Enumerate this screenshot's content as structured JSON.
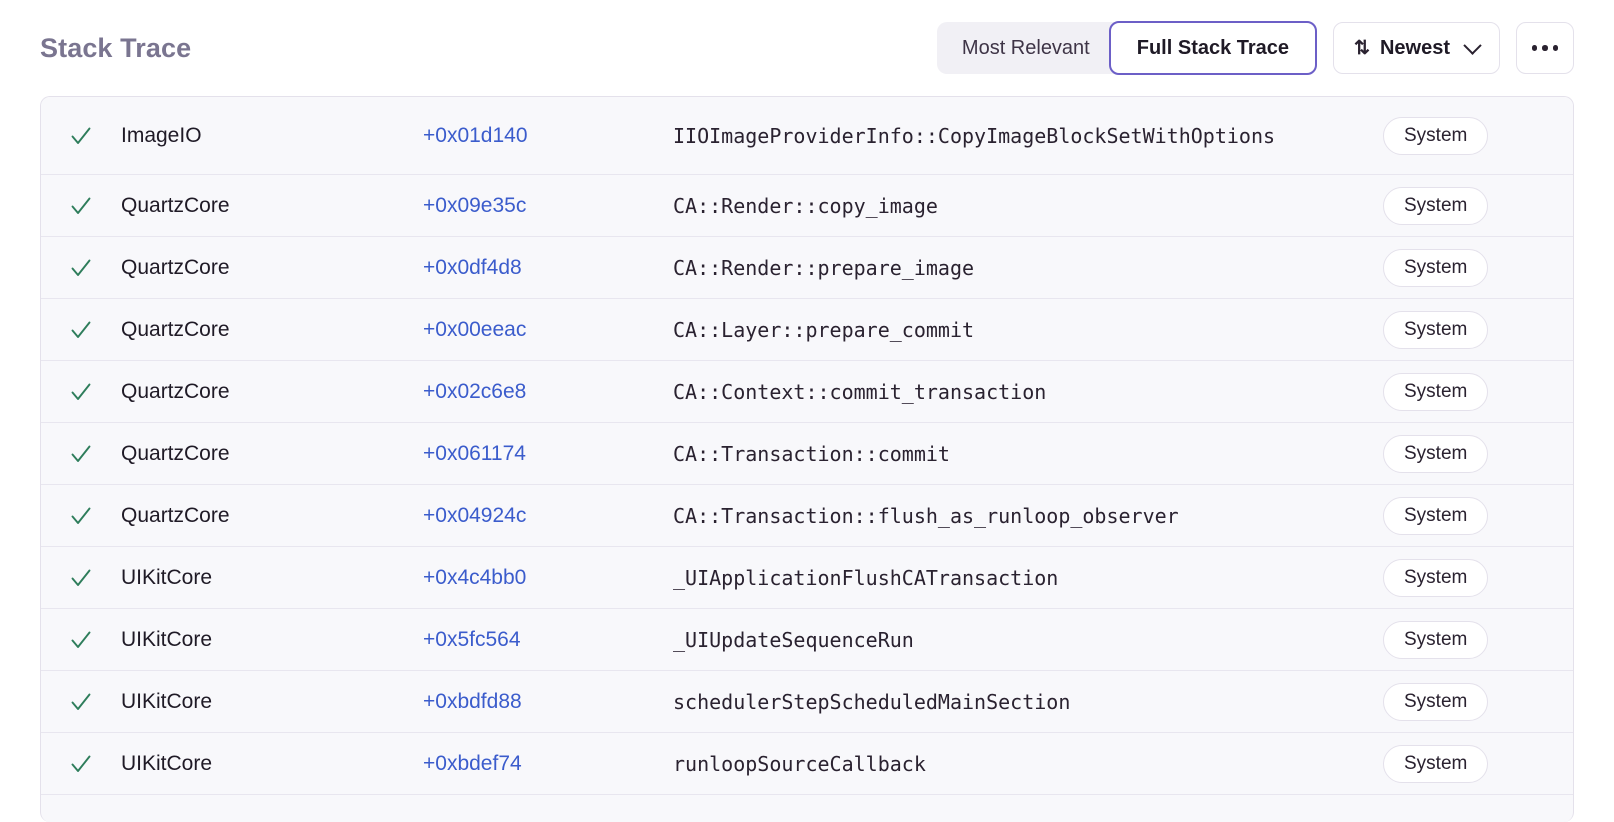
{
  "header": {
    "title": "Stack Trace",
    "segmented": {
      "options": [
        {
          "label": "Most Relevant",
          "selected": false
        },
        {
          "label": "Full Stack Trace",
          "selected": true
        }
      ]
    },
    "sort": {
      "icon": "sort-arrows-icon",
      "label": "Newest",
      "chevron": "chevron-down-icon"
    },
    "overflow": {
      "icon": "ellipsis-icon"
    }
  },
  "colors": {
    "accent_purple": "#6c5fc7",
    "title_purple": "#7a7590",
    "address_blue": "#3b5ccc",
    "check_green": "#2e7d5b",
    "row_background": "#f8f8fb",
    "border": "#e4e1eb"
  },
  "frames": [
    {
      "status": "check-icon",
      "package": "ImageIO",
      "address": "+0x01d140",
      "function": "IIOImageProviderInfo::CopyImageBlockSetWithOptions",
      "badge": "System",
      "tall": true
    },
    {
      "status": "check-icon",
      "package": "QuartzCore",
      "address": "+0x09e35c",
      "function": "CA::Render::copy_image",
      "badge": "System",
      "tall": false
    },
    {
      "status": "check-icon",
      "package": "QuartzCore",
      "address": "+0x0df4d8",
      "function": "CA::Render::prepare_image",
      "badge": "System",
      "tall": false
    },
    {
      "status": "check-icon",
      "package": "QuartzCore",
      "address": "+0x00eeac",
      "function": "CA::Layer::prepare_commit",
      "badge": "System",
      "tall": false
    },
    {
      "status": "check-icon",
      "package": "QuartzCore",
      "address": "+0x02c6e8",
      "function": "CA::Context::commit_transaction",
      "badge": "System",
      "tall": false
    },
    {
      "status": "check-icon",
      "package": "QuartzCore",
      "address": "+0x061174",
      "function": "CA::Transaction::commit",
      "badge": "System",
      "tall": false
    },
    {
      "status": "check-icon",
      "package": "QuartzCore",
      "address": "+0x04924c",
      "function": "CA::Transaction::flush_as_runloop_observer",
      "badge": "System",
      "tall": false
    },
    {
      "status": "check-icon",
      "package": "UIKitCore",
      "address": "+0x4c4bb0",
      "function": "_UIApplicationFlushCATransaction",
      "badge": "System",
      "tall": false
    },
    {
      "status": "check-icon",
      "package": "UIKitCore",
      "address": "+0x5fc564",
      "function": "_UIUpdateSequenceRun",
      "badge": "System",
      "tall": false
    },
    {
      "status": "check-icon",
      "package": "UIKitCore",
      "address": "+0xbdfd88",
      "function": "schedulerStepScheduledMainSection",
      "badge": "System",
      "tall": false
    },
    {
      "status": "check-icon",
      "package": "UIKitCore",
      "address": "+0xbdef74",
      "function": "runloopSourceCallback",
      "badge": "System",
      "tall": false
    }
  ]
}
